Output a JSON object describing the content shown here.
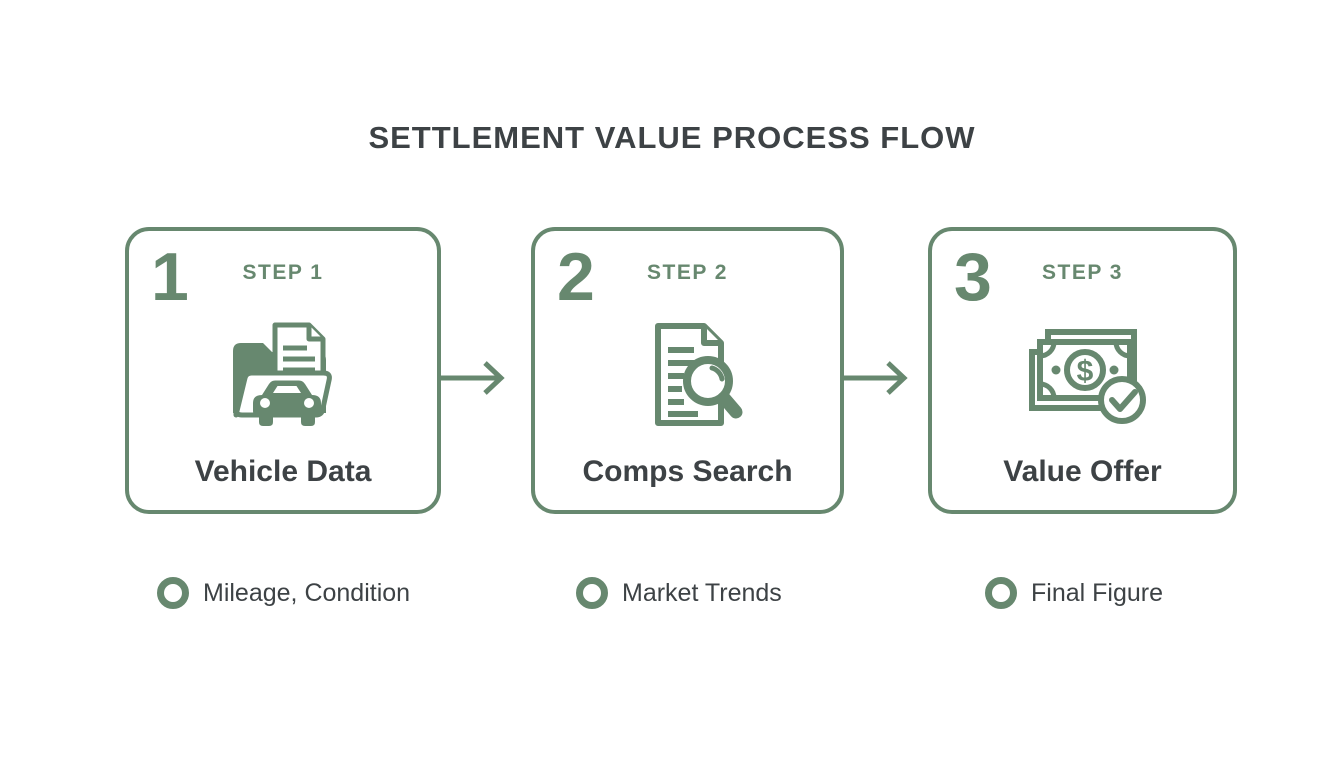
{
  "page": {
    "title": "SETTLEMENT VALUE PROCESS FLOW",
    "background": "#ffffff"
  },
  "colors": {
    "accent_green": "#67886f",
    "text_dark": "#3d4245"
  },
  "icons": {
    "step1": "folder-car-document-icon",
    "step2": "document-magnifier-icon",
    "step3": "banknote-check-icon",
    "connector": "arrow-right-icon",
    "bullet": "circle-bullet-icon"
  },
  "steps": [
    {
      "number": "1",
      "step_label": "STEP 1",
      "name": "Vehicle Data",
      "note": "Mileage, Condition"
    },
    {
      "number": "2",
      "step_label": "STEP 2",
      "name": "Comps Search",
      "note": "Market Trends"
    },
    {
      "number": "3",
      "step_label": "STEP 3",
      "name": "Value Offer",
      "currency_symbol": "$",
      "note": "Final Figure"
    }
  ]
}
